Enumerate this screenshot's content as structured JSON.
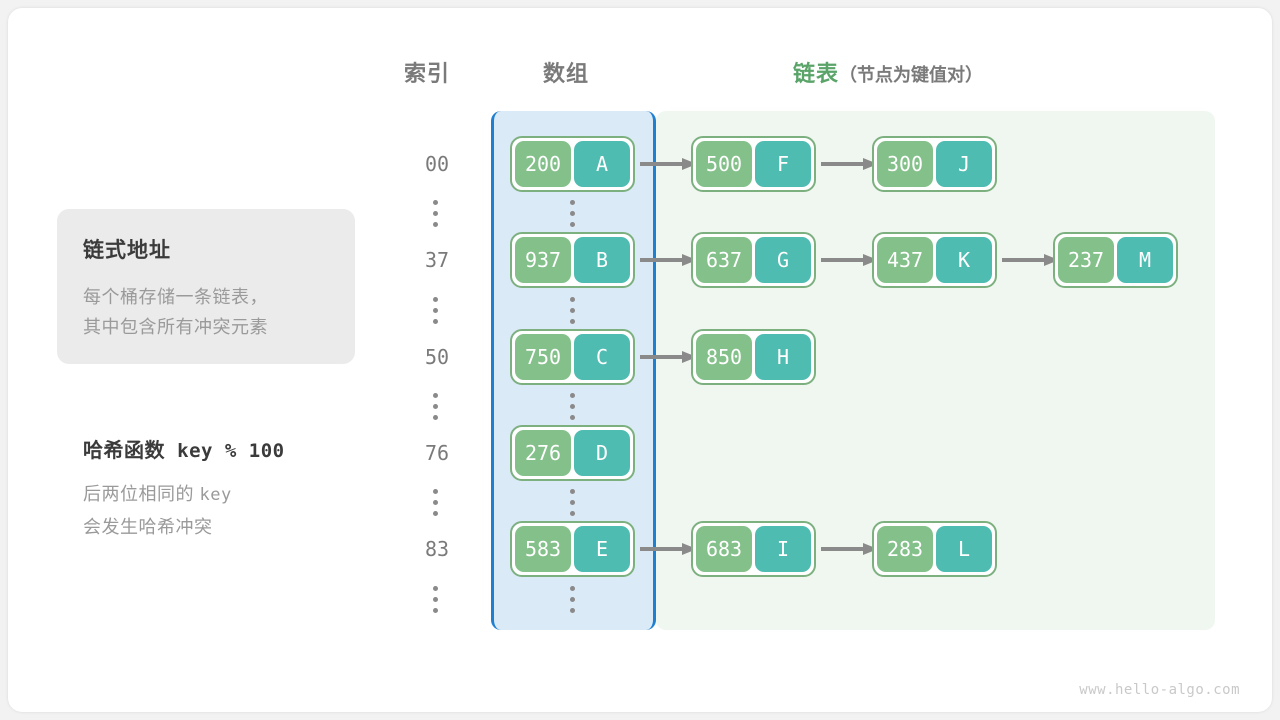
{
  "headings": {
    "index": "索引",
    "array": "数组",
    "list_main": "链表",
    "list_sub": "（节点为键值对）"
  },
  "info": {
    "title": "链式地址",
    "body_line1": "每个桶存储一条链表，",
    "body_line2": "其中包含所有冲突元素"
  },
  "hash_function": {
    "label": "哈希函数",
    "expression": "key % 100",
    "note_line1_cn": "后两位相同的",
    "note_line1_mono": "key",
    "note_line2": "会发生哈希冲突"
  },
  "colors": {
    "key_box": "#84c08a",
    "value_box": "#4fbcb2",
    "node_border": "#7cb07f",
    "array_region_fill": "#dbeaf7",
    "array_region_border": "#1f7fd0",
    "list_region_fill": "#f0f7f0",
    "accent_green": "#5aa469",
    "arrow": "#8a8a8a",
    "text_muted": "#9a9a9a",
    "card_bg": "#ffffff",
    "page_bg": "#f2f2f2"
  },
  "ellipsis_glyph": "⋮",
  "rows": [
    {
      "index": "00",
      "bucket": {
        "key": "200",
        "value": "A"
      },
      "chain": [
        {
          "key": "500",
          "value": "F"
        },
        {
          "key": "300",
          "value": "J"
        }
      ]
    },
    {
      "index": "37",
      "bucket": {
        "key": "937",
        "value": "B"
      },
      "chain": [
        {
          "key": "637",
          "value": "G"
        },
        {
          "key": "437",
          "value": "K"
        },
        {
          "key": "237",
          "value": "M"
        }
      ]
    },
    {
      "index": "50",
      "bucket": {
        "key": "750",
        "value": "C"
      },
      "chain": [
        {
          "key": "850",
          "value": "H"
        }
      ]
    },
    {
      "index": "76",
      "bucket": {
        "key": "276",
        "value": "D"
      },
      "chain": []
    },
    {
      "index": "83",
      "bucket": {
        "key": "583",
        "value": "E"
      },
      "chain": [
        {
          "key": "683",
          "value": "I"
        },
        {
          "key": "283",
          "value": "L"
        }
      ]
    }
  ],
  "footer": {
    "watermark": "www.hello-algo.com"
  }
}
